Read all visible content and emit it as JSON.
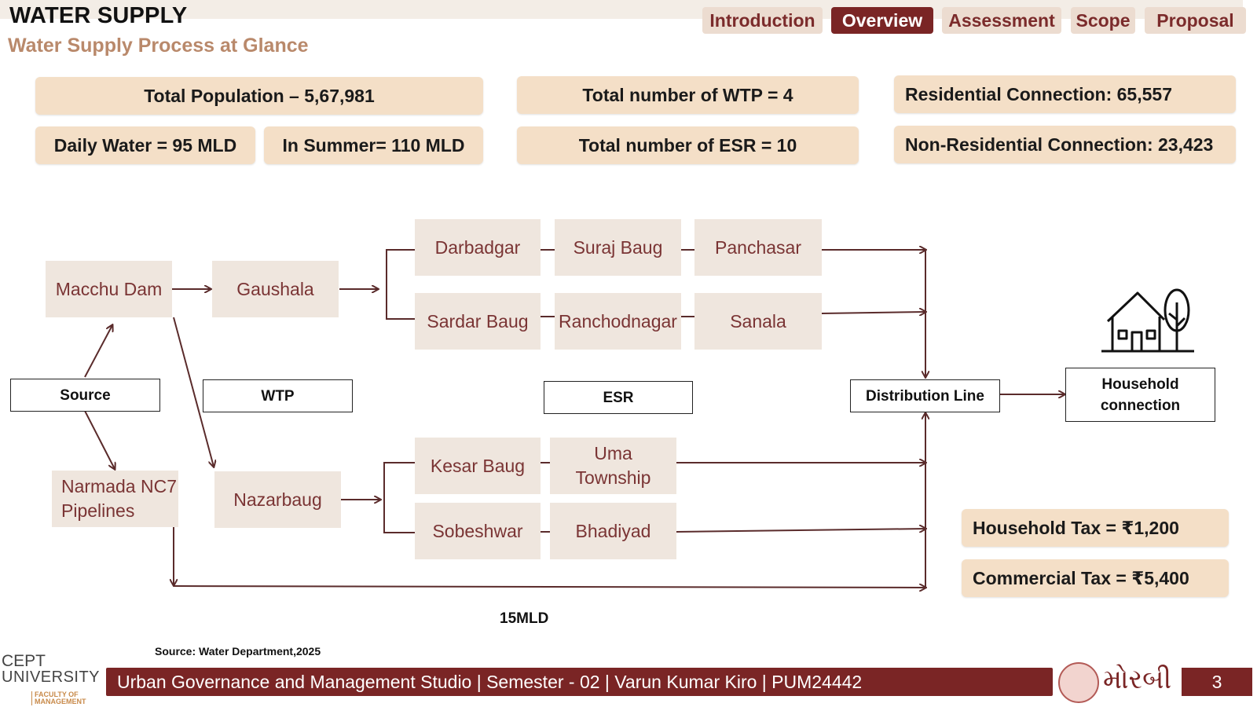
{
  "header": {
    "title": "WATER SUPPLY",
    "subtitle": "Water Supply Process at Glance"
  },
  "tabs": [
    {
      "label": "Introduction",
      "active": false
    },
    {
      "label": "Overview",
      "active": true
    },
    {
      "label": "Assessment",
      "active": false
    },
    {
      "label": "Scope",
      "active": false
    },
    {
      "label": "Proposal",
      "active": false
    }
  ],
  "stats": {
    "population": "Total Population – 5,67,981",
    "daily_water": "Daily Water  = 95 MLD",
    "summer": "In Summer= 110 MLD",
    "wtp": "Total number of WTP = 4",
    "esr": "Total number of ESR = 10",
    "residential": "Residential Connection: 65,557",
    "non_residential": "Non-Residential Connection: 23,423",
    "household_tax": "Household Tax = ₹1,200",
    "commercial_tax": "Commercial Tax = ₹5,400"
  },
  "flow": {
    "macchu_dam": "Macchu Dam",
    "narmada": "Narmada NC7 Pipelines",
    "gaushala": "Gaushala",
    "nazarbaug": "Nazarbaug",
    "darbadgar": "Darbadgar",
    "suraj_baug": "Suraj Baug",
    "panchasar": "Panchasar",
    "sardar_baug": "Sardar Baug",
    "ranchodnagar": "Ranchodnagar",
    "sanala": "Sanala",
    "kesar_baug": "Kesar Baug",
    "uma_township": "Uma Township",
    "sobeshwar": "Sobeshwar",
    "bhadiyad": "Bhadiyad",
    "label_source": "Source",
    "label_wtp": "WTP",
    "label_esr": "ESR",
    "label_distribution": "Distribution Line",
    "label_household": "Household connection",
    "annotation_15mld": "15MLD"
  },
  "source_note": "Source:  Water Department,2025",
  "footer": {
    "text": "Urban Governance and Management Studio | Semester - 02 | Varun Kumar Kiro | PUM24442",
    "page": "3",
    "logo_line1": "CEPT",
    "logo_line2": "UNIVERSITY",
    "logo_faculty": "FACULTY OF MANAGEMENT",
    "city_name": "મોરબી"
  },
  "colors": {
    "maroon": "#7a2525",
    "stat_fill": "#f4dfc7",
    "node_fill": "#efe6de"
  }
}
